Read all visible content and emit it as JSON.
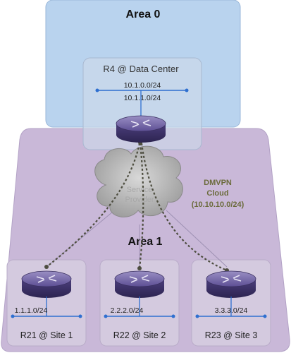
{
  "areas": {
    "area0": {
      "label": "Area 0"
    },
    "area1": {
      "label": "Area 1"
    }
  },
  "cloud": {
    "label_line1": "Service",
    "label_line2": "Provider",
    "dmvpn_line1": "DMVPN",
    "dmvpn_line2": "Cloud",
    "dmvpn_line3": "(10.10.10.0/24)"
  },
  "hub": {
    "name": "R4 @ Data Center",
    "subnet1": "10.1.0.0/24",
    "subnet2": "10.1.1.0/24"
  },
  "spokes": [
    {
      "name": "R21 @ Site 1",
      "subnet": "1.1.1.0/24"
    },
    {
      "name": "R22 @ Site 2",
      "subnet": "2.2.2.0/24"
    },
    {
      "name": "R23 @ Site 3",
      "subnet": "3.3.3.0/24"
    }
  ],
  "colors": {
    "area0_fill": "#b9d3ee",
    "area1_fill": "#c9b8d8",
    "site_box_fill": "#d4cadf",
    "lan_line": "#2e6fd0",
    "router_body": "#5a4a8a",
    "tunnel_line": "#4d4d3f",
    "dmvpn_text": "#6b6b3c"
  },
  "icons": {
    "router": "router-icon",
    "cloud": "cloud-icon"
  }
}
